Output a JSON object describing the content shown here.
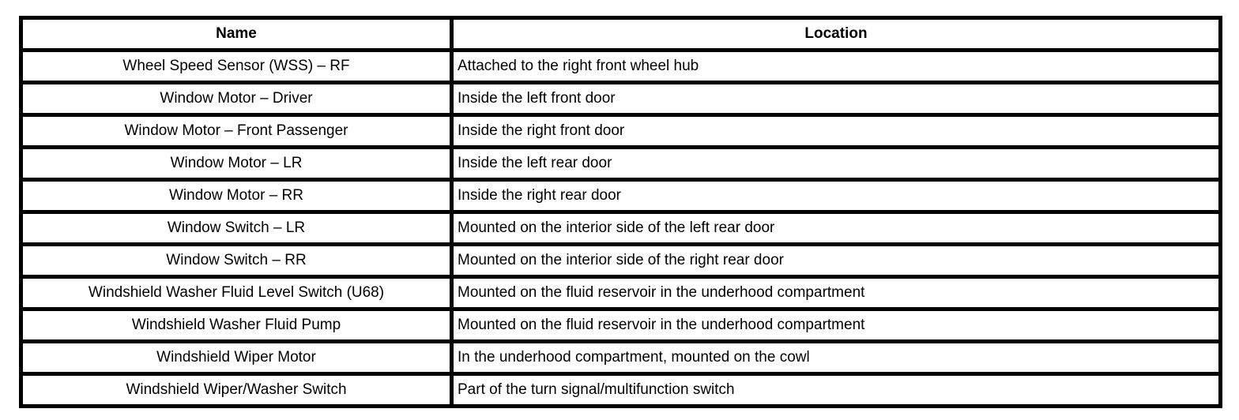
{
  "table": {
    "columns": [
      {
        "label": "Name"
      },
      {
        "label": "Location"
      }
    ],
    "rows": [
      {
        "name": "Wheel Speed Sensor (WSS) – RF",
        "location": "Attached to the right front wheel hub"
      },
      {
        "name": "Window Motor – Driver",
        "location": "Inside the left front door"
      },
      {
        "name": "Window Motor – Front Passenger",
        "location": "Inside the right front door"
      },
      {
        "name": "Window Motor – LR",
        "location": "Inside the left rear door"
      },
      {
        "name": "Window Motor – RR",
        "location": "Inside the right rear door"
      },
      {
        "name": "Window Switch – LR",
        "location": "Mounted on the interior side of the left rear door"
      },
      {
        "name": "Window Switch – RR",
        "location": "Mounted on the interior side of the right rear door"
      },
      {
        "name": "Windshield Washer Fluid Level Switch (U68)",
        "location": "Mounted on the fluid reservoir in the underhood compartment"
      },
      {
        "name": "Windshield Washer Fluid Pump",
        "location": "Mounted on the fluid reservoir in the underhood compartment"
      },
      {
        "name": "Windshield Wiper Motor",
        "location": "In the underhood compartment, mounted on the cowl"
      },
      {
        "name": "Windshield Wiper/Washer Switch",
        "location": "Part of the turn signal/multifunction switch"
      }
    ]
  },
  "colors": {
    "border": "#000000",
    "background": "#ffffff",
    "text": "#000000"
  }
}
